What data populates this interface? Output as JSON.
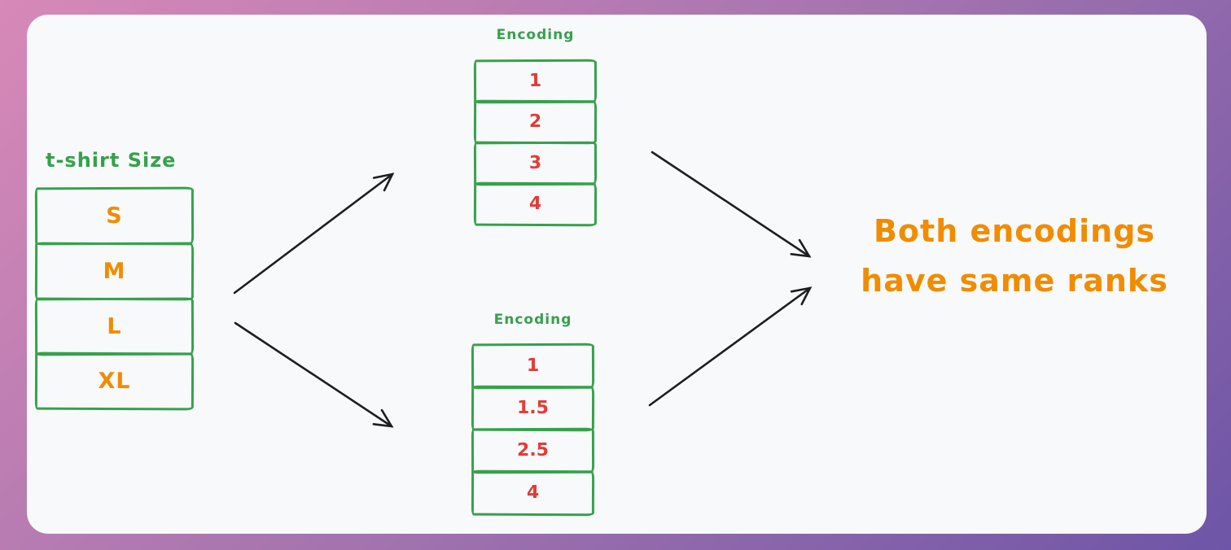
{
  "palette": {
    "green": "#36a14c",
    "orange": "#f08c00",
    "red": "#e23b38",
    "ink": "#1e1e1e",
    "bg_start": "#d789b8",
    "bg_mid": "#a273ae",
    "bg_end": "#6e55a7",
    "card_bg": "#f8f9fb"
  },
  "source_table": {
    "title": "t-shirt Size",
    "cells": [
      "S",
      "M",
      "L",
      "XL"
    ]
  },
  "encoding_top": {
    "title": "Encoding",
    "cells": [
      "1",
      "2",
      "3",
      "4"
    ]
  },
  "encoding_bottom": {
    "title": "Encoding",
    "cells": [
      "1",
      "1.5",
      "2.5",
      "4"
    ]
  },
  "conclusion": {
    "line1": "Both encodings",
    "line2": "have same ranks"
  }
}
